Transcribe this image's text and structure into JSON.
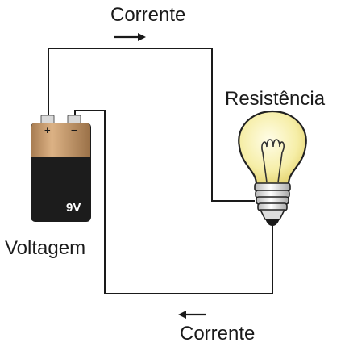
{
  "labels": {
    "current_top": "Corrente",
    "current_bottom": "Corrente",
    "resistance": "Resistência",
    "voltage": "Voltagem"
  },
  "battery": {
    "plus_sign": "+",
    "minus_sign": "−",
    "rating": "9V"
  },
  "current_direction": {
    "top": "right",
    "bottom": "left"
  },
  "colors": {
    "wire": "#1a1a1a",
    "battery_body": "#1c1c1c",
    "battery_top": "#c89a6a",
    "bulb_glass": "#f6eea7",
    "bulb_base": "#e6e6e6"
  }
}
